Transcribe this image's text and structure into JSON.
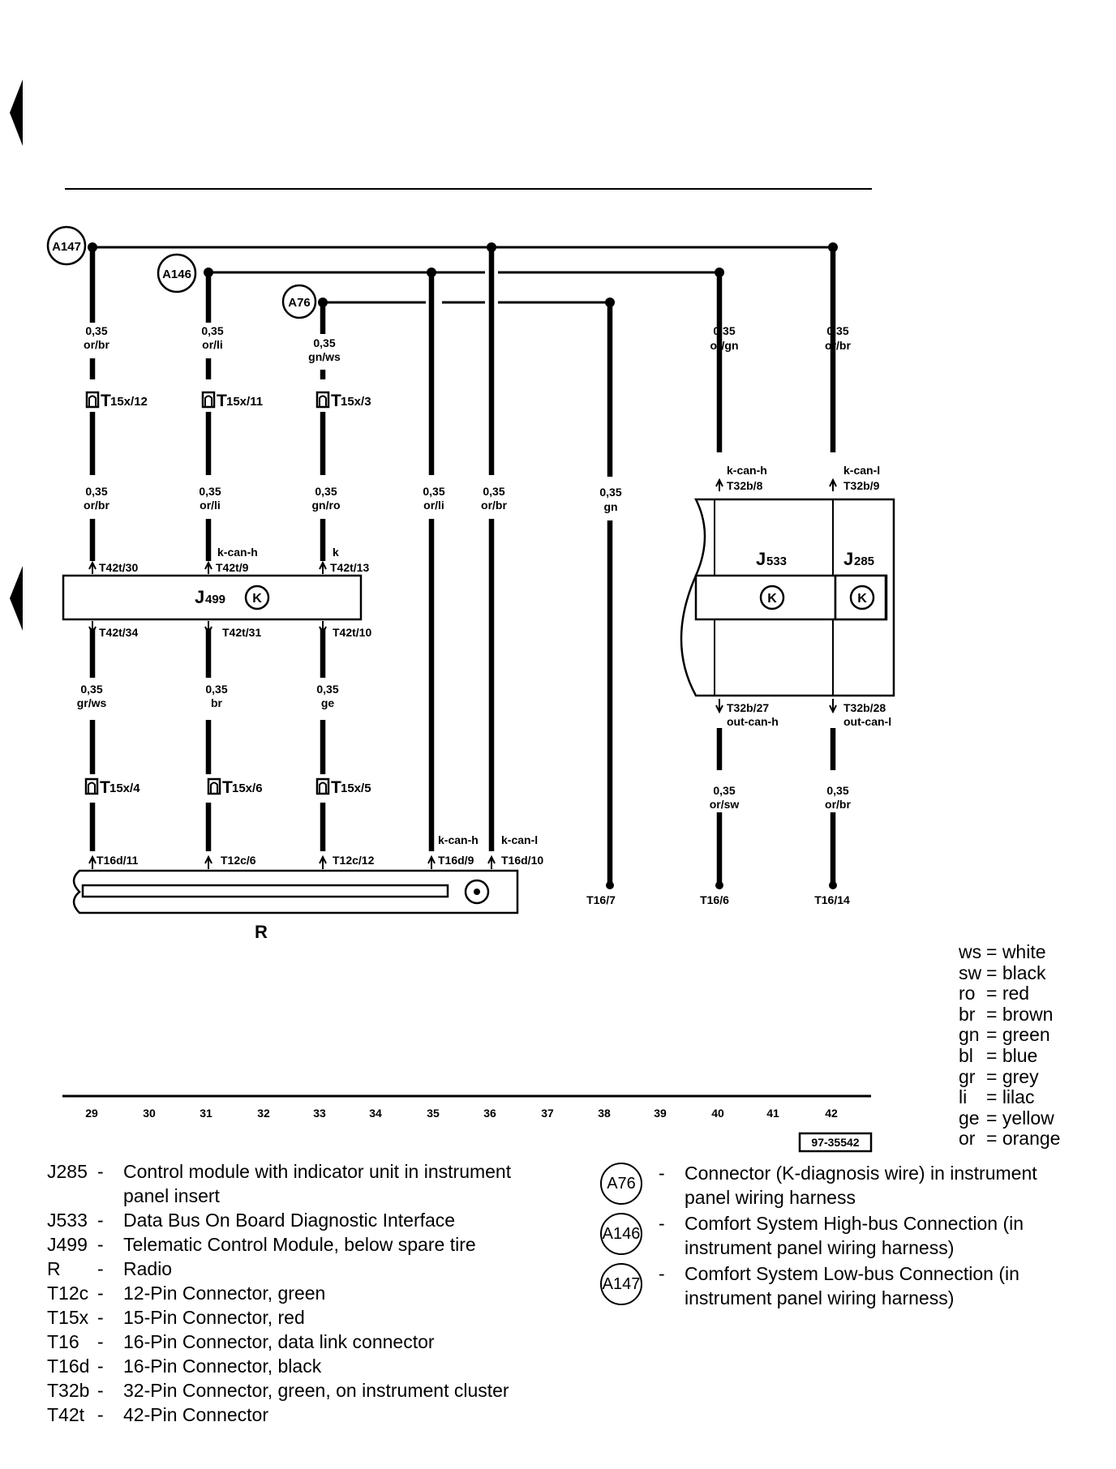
{
  "wire_gauge": "0,35",
  "ground_points": {
    "a147": "A147",
    "a146": "A146",
    "a76": "A76"
  },
  "wires": {
    "c29_top": "or/br",
    "c31_top": "or/li",
    "c33_top": "gn/ws",
    "c29_mid": "or/br",
    "c31_mid": "or/li",
    "c33_mid": "gn/ro",
    "c35": "or/li",
    "c36": "or/br",
    "c38": "gn",
    "c40_top": "or/gn",
    "c42_top": "or/br",
    "c29_low": "gr/ws",
    "c31_low": "br",
    "c33_low": "ge",
    "c40_low": "or/sw",
    "c42_low": "or/br"
  },
  "connectors": {
    "t15x12": "15x/12",
    "t15x11": "15x/11",
    "t15x3": "15x/3",
    "t15x4": "15x/4",
    "t15x6": "15x/6",
    "t15x5": "15x/5",
    "t_prefix": "T",
    "t42t30": "T42t/30",
    "t42t9": "T42t/9",
    "t42t13": "T42t/13",
    "t42t34": "T42t/34",
    "t42t31": "T42t/31",
    "t42t10": "T42t/10",
    "t16d11": "T16d/11",
    "t12c6": "T12c/6",
    "t12c12": "T12c/12",
    "t16d9": "T16d/9",
    "t16d10": "T16d/10",
    "t16_7": "T16/7",
    "t16_6": "T16/6",
    "t16_14": "T16/14",
    "t32b8": "T32b/8",
    "t32b9": "T32b/9",
    "t32b27": "T32b/27",
    "t32b28": "T32b/28"
  },
  "signals": {
    "kcanh_1": "k-can-h",
    "k": "k",
    "kcanh_2": "k-can-h",
    "kcanl_2": "k-can-l",
    "kcanh_3": "k-can-h",
    "kcanl_3": "k-can-l",
    "outcanh": "out-can-h",
    "outcanl": "out-can-l"
  },
  "components": {
    "j499_j": "J",
    "j499_sub": "499",
    "j533_j": "J",
    "j533_sub": "533",
    "j285_j": "J",
    "j285_sub": "285",
    "k": "K",
    "radio": "R"
  },
  "grid_numbers": [
    "29",
    "30",
    "31",
    "32",
    "33",
    "34",
    "35",
    "36",
    "37",
    "38",
    "39",
    "40",
    "41",
    "42"
  ],
  "figure_id": "97-35542",
  "color_codes": [
    {
      "code": "ws",
      "name": "= white"
    },
    {
      "code": "sw",
      "name": "= black"
    },
    {
      "code": "ro",
      "name": "= red"
    },
    {
      "code": "br",
      "name": "= brown"
    },
    {
      "code": "gn",
      "name": "= green"
    },
    {
      "code": "bl",
      "name": "= blue"
    },
    {
      "code": "gr",
      "name": "= grey"
    },
    {
      "code": "li",
      "name": "= lilac"
    },
    {
      "code": "ge",
      "name": "= yellow"
    },
    {
      "code": "or",
      "name": "= orange"
    }
  ],
  "legend": [
    {
      "code": "J285",
      "desc": "Control module with indicator unit in instrument panel insert"
    },
    {
      "code": "J533",
      "desc": "Data Bus On Board Diagnostic Interface"
    },
    {
      "code": "J499",
      "desc": "Telematic Control Module, below spare tire"
    },
    {
      "code": "R",
      "desc": "Radio"
    },
    {
      "code": "T12c",
      "desc": "12-Pin Connector, green"
    },
    {
      "code": "T15x",
      "desc": "15-Pin Connector, red"
    },
    {
      "code": "T16",
      "desc": "16-Pin Connector, data link connector"
    },
    {
      "code": "T16d",
      "desc": "16-Pin Connector, black"
    },
    {
      "code": "T32b",
      "desc": "32-Pin Connector, green, on instrument cluster"
    },
    {
      "code": "T42t",
      "desc": "42-Pin Connector"
    }
  ],
  "legend_dash": "-",
  "legend_right": [
    {
      "code": "A76",
      "desc": "Connector (K-diagnosis wire) in instrument panel wiring harness"
    },
    {
      "code": "A146",
      "desc": "Comfort System High-bus Connection (in instrument panel wiring harness)"
    },
    {
      "code": "A147",
      "desc": "Comfort System Low-bus Connection (in instrument panel wiring harness)"
    }
  ]
}
